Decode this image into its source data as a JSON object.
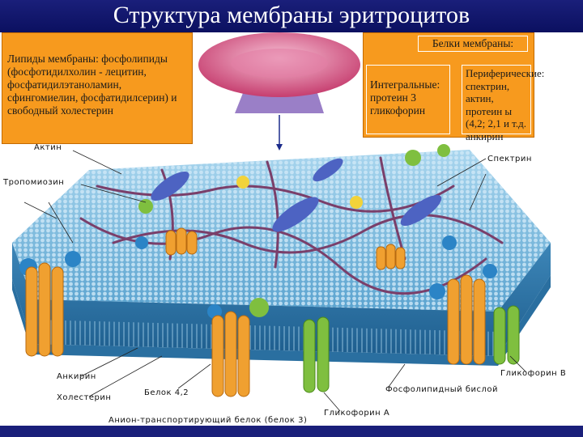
{
  "title": "Структура мембраны эритроцитов",
  "lipids_box": {
    "text": "Липиды мембраны: фосфолипиды (фосфотидилхолин - лецитин, фосфатидилэтаноламин, сфингомиелин, фосфатидилсерин) и свободный холестерин"
  },
  "proteins_box": {
    "header": "Белки мембраны:",
    "integral": "Интегральные: протеин 3 гликофорин",
    "peripheral": "Периферические: спектрин, актин, протеин ы (4,2; 2,1 и т.д. анкирин"
  },
  "labels": {
    "actin": "Актин",
    "tropomyosin": "Тропомиозин",
    "spectrin": "Спектрин",
    "ankyrin": "Анкирин",
    "cholesterol": "Холестерин",
    "protein42": "Белок 4,2",
    "glycophorin_a": "Гликофорин А",
    "glycophorin_b": "Гликофорин В",
    "bilayer": "Фосфолипидный бислой",
    "anion_transport": "Анион-транспортирующий белок (белок 3)"
  },
  "colors": {
    "header_bg": "#1a1f7a",
    "box_bg": "#f79a1e",
    "membrane": "#6fb4d8",
    "protein": "#f0a030"
  }
}
